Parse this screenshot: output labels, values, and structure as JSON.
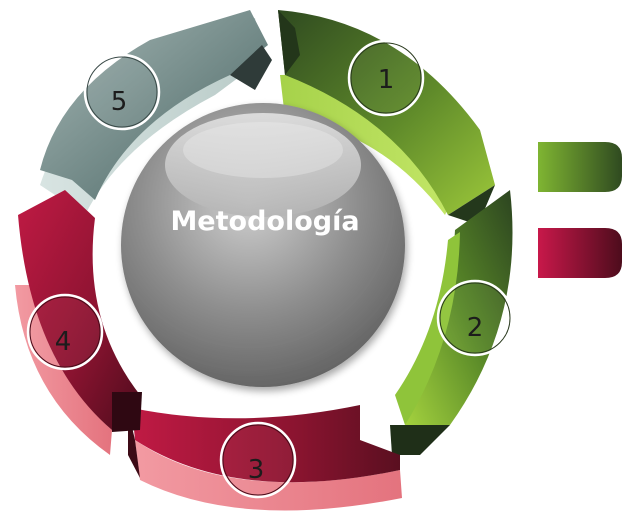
{
  "diagram": {
    "center_label": "Metodología",
    "steps": [
      {
        "number": "1",
        "color": "#6f9a2f"
      },
      {
        "number": "2",
        "color": "#5f8a2a"
      },
      {
        "number": "3",
        "color": "#b0183c"
      },
      {
        "number": "4",
        "color": "#a8163a"
      },
      {
        "number": "5",
        "color": "#7f9796"
      }
    ],
    "legend": [
      {
        "color": "#6f9a2f"
      },
      {
        "color": "#a8163a"
      }
    ]
  }
}
